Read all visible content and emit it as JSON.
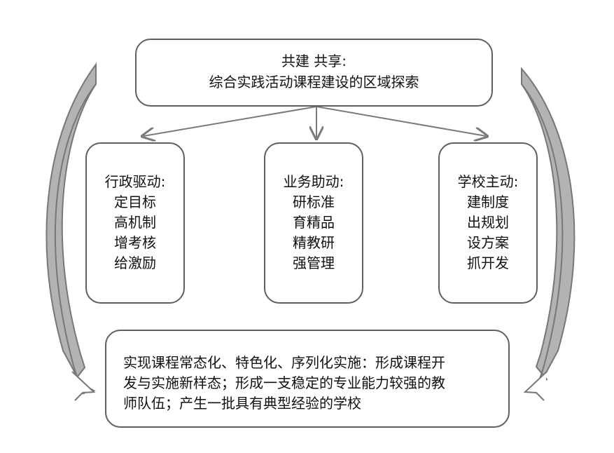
{
  "top_box": {
    "title": "共建 共享:",
    "subtitle": "综合实践活动课程建设的区域探索"
  },
  "left_box": {
    "title": "行政驱动:",
    "items": [
      "定目标",
      "高机制",
      "增考核",
      "给激励"
    ]
  },
  "center_box": {
    "title": "业务助动:",
    "items": [
      "研标准",
      "育精品",
      "精教研",
      "强管理"
    ]
  },
  "right_box": {
    "title": "学校主动:",
    "items": [
      "建制度",
      "出规划",
      "设方案",
      "抓开发"
    ]
  },
  "bottom_box": {
    "lines": [
      "实现课程常态化、特色化、序列化实施：形成课程开",
      "发与实施新样态；形成一支稳定的专业能力较强的教",
      "师队伍；产生一批具有典型经验的学校"
    ]
  },
  "colors": {
    "border": "#5f5f5f",
    "arrow_line": "#7a7a7a",
    "curved_arrow_fill": "#b3b3b3",
    "curved_arrow_stroke": "#777777"
  }
}
